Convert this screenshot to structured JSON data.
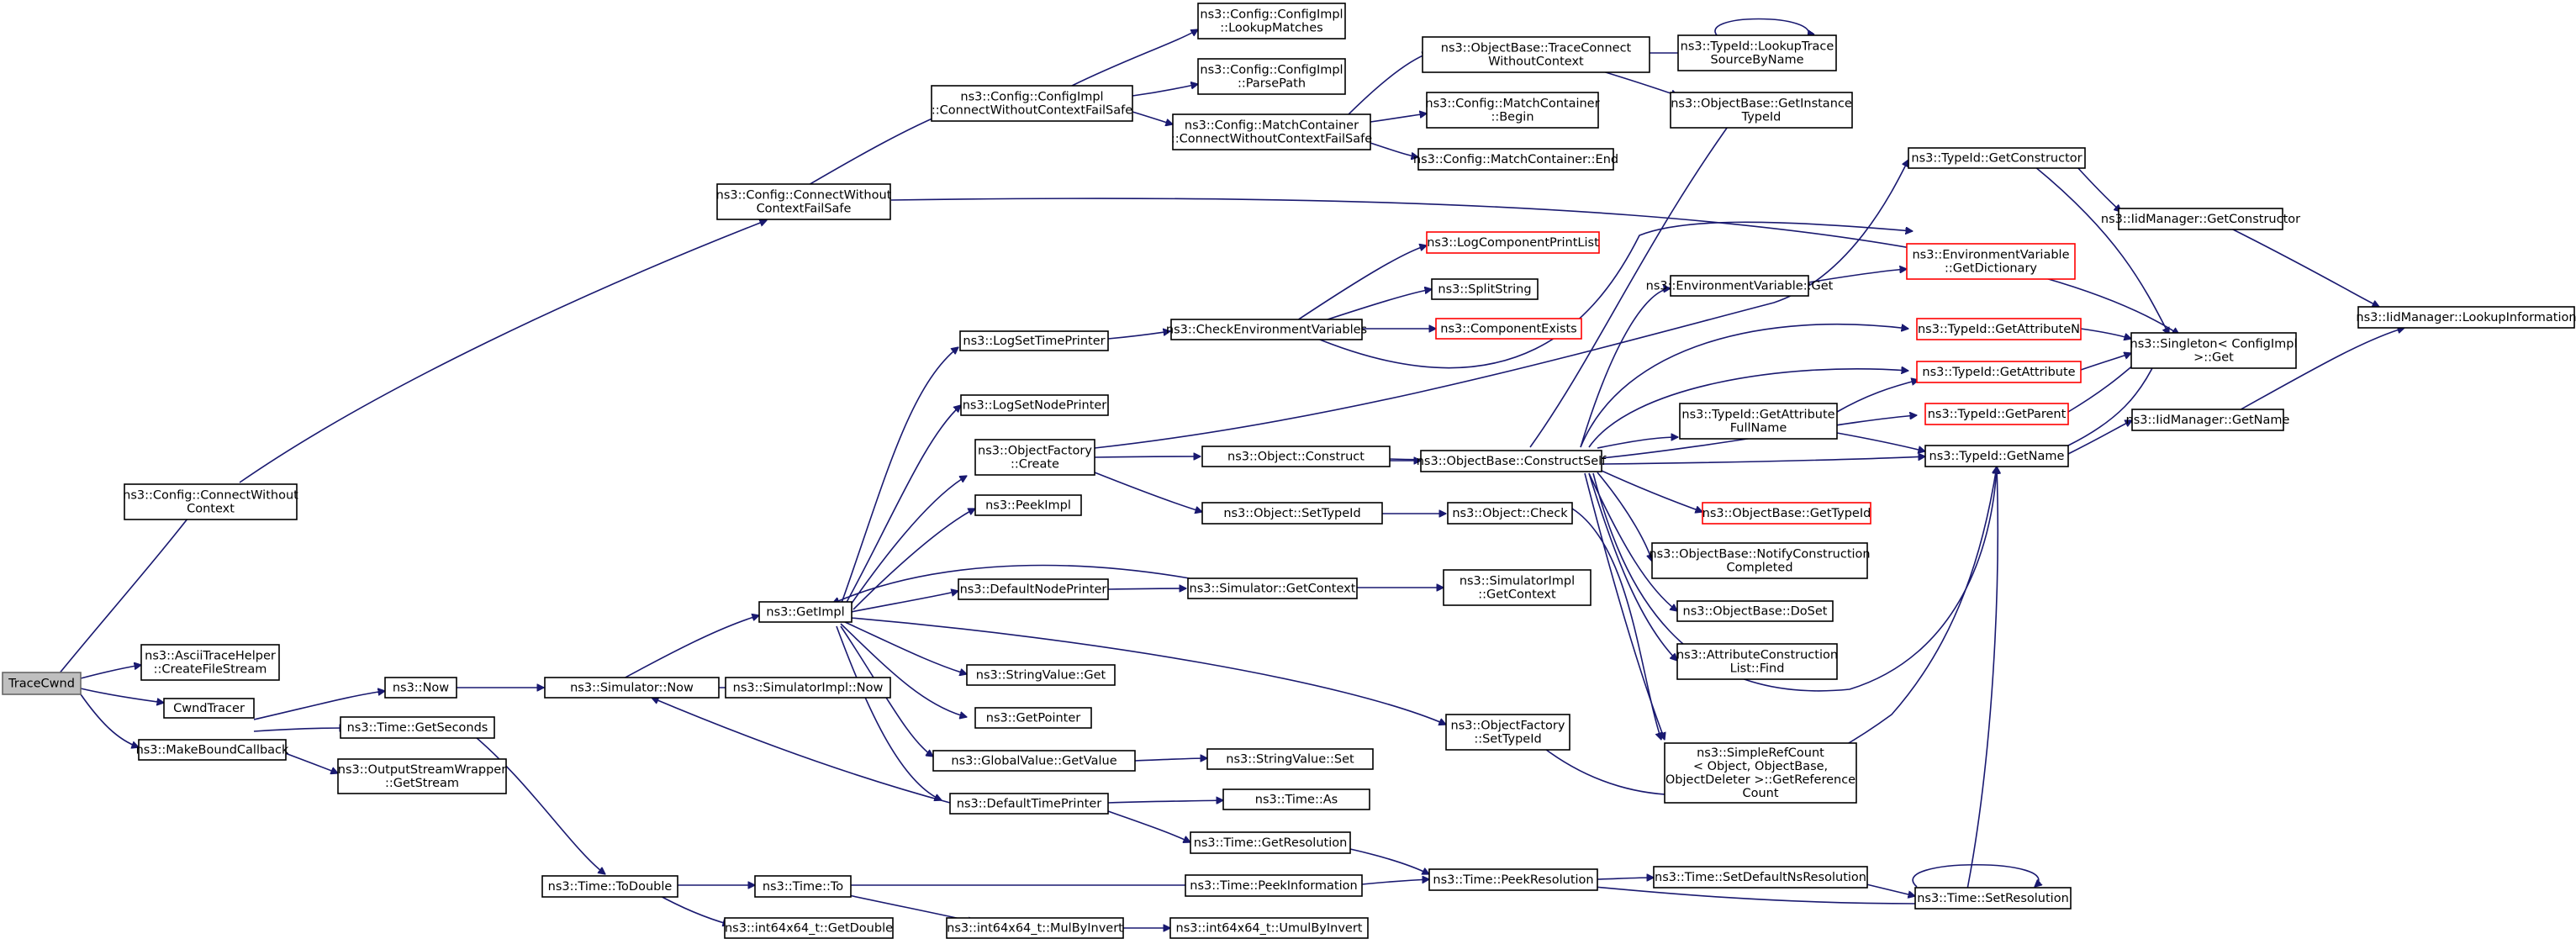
{
  "colors": {
    "edge": "#191970",
    "root_fill": "#bfbfbf",
    "highlight_border": "#ff0000",
    "border": "#000000"
  },
  "nodes": [
    {
      "id": "tracecwnd",
      "lines": [
        "TraceCwnd"
      ],
      "style": "root"
    },
    {
      "id": "connectWithoutContext",
      "lines": [
        "ns3::Config::ConnectWithout",
        "Context"
      ]
    },
    {
      "id": "asciiCreateFileStream",
      "lines": [
        "ns3::AsciiTraceHelper",
        "::CreateFileStream"
      ]
    },
    {
      "id": "cwndTracer",
      "lines": [
        "CwndTracer"
      ]
    },
    {
      "id": "makeBoundCallback",
      "lines": [
        "ns3::MakeBoundCallback"
      ]
    },
    {
      "id": "connectWithoutContextFailSafe",
      "lines": [
        "ns3::Config::ConnectWithout",
        "ContextFailSafe"
      ]
    },
    {
      "id": "now",
      "lines": [
        "ns3::Now"
      ]
    },
    {
      "id": "timeGetSeconds",
      "lines": [
        "ns3::Time::GetSeconds"
      ]
    },
    {
      "id": "outputStreamGetStream",
      "lines": [
        "ns3::OutputStreamWrapper",
        "::GetStream"
      ]
    },
    {
      "id": "timeToDouble",
      "lines": [
        "ns3::Time::ToDouble"
      ]
    },
    {
      "id": "simulatorNow",
      "lines": [
        "ns3::Simulator::Now"
      ]
    },
    {
      "id": "getImpl",
      "lines": [
        "ns3::GetImpl"
      ]
    },
    {
      "id": "simulatorImplNow",
      "lines": [
        "ns3::SimulatorImpl::Now"
      ]
    },
    {
      "id": "timeTo",
      "lines": [
        "ns3::Time::To"
      ]
    },
    {
      "id": "int64GetDouble",
      "lines": [
        "ns3::int64x64_t::GetDouble"
      ]
    },
    {
      "id": "configImplConnectFailSafe",
      "lines": [
        "ns3::Config::ConfigImpl",
        "::ConnectWithoutContextFailSafe"
      ]
    },
    {
      "id": "logSetTimePrinter",
      "lines": [
        "ns3::LogSetTimePrinter"
      ]
    },
    {
      "id": "logSetNodePrinter",
      "lines": [
        "ns3::LogSetNodePrinter"
      ]
    },
    {
      "id": "objectFactoryCreate",
      "lines": [
        "ns3::ObjectFactory",
        "::Create"
      ]
    },
    {
      "id": "peekImpl",
      "lines": [
        "ns3::PeekImpl"
      ]
    },
    {
      "id": "defaultNodePrinter",
      "lines": [
        "ns3::DefaultNodePrinter"
      ]
    },
    {
      "id": "stringValueGet",
      "lines": [
        "ns3::StringValue::Get"
      ]
    },
    {
      "id": "getPointer",
      "lines": [
        "ns3::GetPointer"
      ]
    },
    {
      "id": "globalValueGetValue",
      "lines": [
        "ns3::GlobalValue::GetValue"
      ]
    },
    {
      "id": "defaultTimePrinter",
      "lines": [
        "ns3::DefaultTimePrinter"
      ]
    },
    {
      "id": "int64MulByInvert",
      "lines": [
        "ns3::int64x64_t::MulByInvert"
      ]
    },
    {
      "id": "lookupMatches",
      "lines": [
        "ns3::Config::ConfigImpl",
        "::LookupMatches"
      ]
    },
    {
      "id": "parsePath",
      "lines": [
        "ns3::Config::ConfigImpl",
        "::ParsePath"
      ]
    },
    {
      "id": "matchContainerConnect",
      "lines": [
        "ns3::Config::MatchContainer",
        "::ConnectWithoutContextFailSafe"
      ]
    },
    {
      "id": "checkEnvVars",
      "lines": [
        "ns3::CheckEnvironmentVariables"
      ]
    },
    {
      "id": "objectConstruct",
      "lines": [
        "ns3::Object::Construct"
      ]
    },
    {
      "id": "objectSetTypeId",
      "lines": [
        "ns3::Object::SetTypeId"
      ]
    },
    {
      "id": "simulatorGetContext",
      "lines": [
        "ns3::Simulator::GetContext"
      ]
    },
    {
      "id": "stringValueSet",
      "lines": [
        "ns3::StringValue::Set"
      ]
    },
    {
      "id": "timeAs",
      "lines": [
        "ns3::Time::As"
      ]
    },
    {
      "id": "timeGetResolution",
      "lines": [
        "ns3::Time::GetResolution"
      ]
    },
    {
      "id": "timePeekInformation",
      "lines": [
        "ns3::Time::PeekInformation"
      ]
    },
    {
      "id": "int64UmulByInvert",
      "lines": [
        "ns3::int64x64_t::UmulByInvert"
      ]
    },
    {
      "id": "objectBaseTraceConnect",
      "lines": [
        "ns3::ObjectBase::TraceConnect",
        "WithoutContext"
      ]
    },
    {
      "id": "matchContainerBegin",
      "lines": [
        "ns3::Config::MatchContainer",
        "::Begin"
      ]
    },
    {
      "id": "matchContainerEnd",
      "lines": [
        "ns3::Config::MatchContainer::End"
      ]
    },
    {
      "id": "logComponentPrintList",
      "lines": [
        "ns3::LogComponentPrintList"
      ],
      "style": "red"
    },
    {
      "id": "splitString",
      "lines": [
        "ns3::SplitString"
      ]
    },
    {
      "id": "componentExists",
      "lines": [
        "ns3::ComponentExists"
      ],
      "style": "red"
    },
    {
      "id": "objectBaseConstructSelf",
      "lines": [
        "ns3::ObjectBase::ConstructSelf"
      ]
    },
    {
      "id": "objectCheck",
      "lines": [
        "ns3::Object::Check"
      ]
    },
    {
      "id": "simulatorImplGetContext",
      "lines": [
        "ns3::SimulatorImpl",
        "::GetContext"
      ]
    },
    {
      "id": "objectFactorySetTypeId",
      "lines": [
        "ns3::ObjectFactory",
        "::SetTypeId"
      ]
    },
    {
      "id": "timePeekResolution",
      "lines": [
        "ns3::Time::PeekResolution"
      ]
    },
    {
      "id": "typeIdLookupTrace",
      "lines": [
        "ns3::TypeId::LookupTrace",
        "SourceByName"
      ]
    },
    {
      "id": "objectBaseGetInstanceTypeId",
      "lines": [
        "ns3::ObjectBase::GetInstance",
        "TypeId"
      ]
    },
    {
      "id": "envVarGet",
      "lines": [
        "ns3::EnvironmentVariable::Get"
      ]
    },
    {
      "id": "typeIdGetAttributeFullName",
      "lines": [
        "ns3::TypeId::GetAttribute",
        "FullName"
      ]
    },
    {
      "id": "objectBaseGetTypeId",
      "lines": [
        "ns3::ObjectBase::GetTypeId"
      ],
      "style": "red"
    },
    {
      "id": "objectBaseNotifyConstruction",
      "lines": [
        "ns3::ObjectBase::NotifyConstruction",
        "Completed"
      ]
    },
    {
      "id": "objectBaseDoSet",
      "lines": [
        "ns3::ObjectBase::DoSet"
      ]
    },
    {
      "id": "attributeConstructionFind",
      "lines": [
        "ns3::AttributeConstruction",
        "List::Find"
      ]
    },
    {
      "id": "simpleRefCountGetRef",
      "lines": [
        "ns3::SimpleRefCount",
        "< Object, ObjectBase,",
        " ObjectDeleter >::GetReference",
        "Count"
      ]
    },
    {
      "id": "timeSetDefaultNsResolution",
      "lines": [
        "ns3::Time::SetDefaultNsResolution"
      ]
    },
    {
      "id": "typeIdGetConstructor",
      "lines": [
        "ns3::TypeId::GetConstructor"
      ]
    },
    {
      "id": "envVarGetDictionary",
      "lines": [
        "ns3::EnvironmentVariable",
        "::GetDictionary"
      ],
      "style": "red"
    },
    {
      "id": "typeIdGetAttributeN",
      "lines": [
        "ns3::TypeId::GetAttributeN"
      ],
      "style": "red"
    },
    {
      "id": "typeIdGetAttribute",
      "lines": [
        "ns3::TypeId::GetAttribute"
      ],
      "style": "red"
    },
    {
      "id": "typeIdGetParent",
      "lines": [
        "ns3::TypeId::GetParent"
      ],
      "style": "red"
    },
    {
      "id": "typeIdGetName",
      "lines": [
        "ns3::TypeId::GetName"
      ]
    },
    {
      "id": "timeSetResolution",
      "lines": [
        "ns3::Time::SetResolution"
      ]
    },
    {
      "id": "iidManagerGetConstructor",
      "lines": [
        "ns3::IidManager::GetConstructor"
      ]
    },
    {
      "id": "singletonGet",
      "lines": [
        "ns3::Singleton< ConfigImpl",
        " >::Get"
      ]
    },
    {
      "id": "iidManagerGetName",
      "lines": [
        "ns3::IidManager::GetName"
      ]
    },
    {
      "id": "iidManagerLookupInformation",
      "lines": [
        "ns3::IidManager::LookupInformation"
      ]
    }
  ]
}
